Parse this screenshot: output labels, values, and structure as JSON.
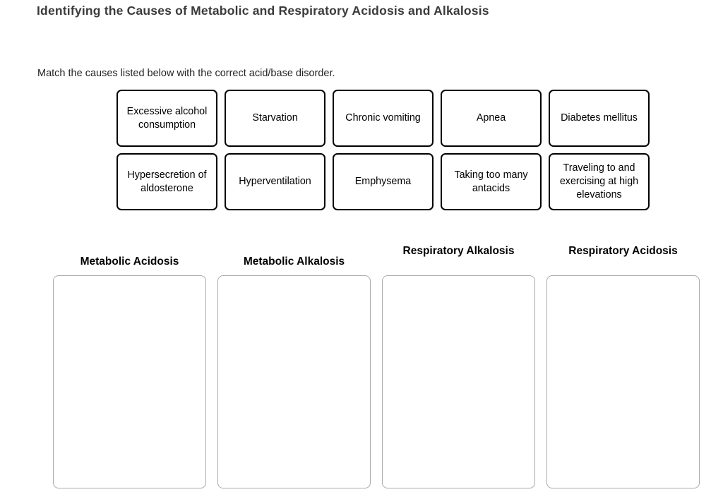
{
  "page": {
    "title": "Identifying the Causes of Metabolic and Respiratory Acidosis and Alkalosis",
    "instruction": "Match the causes listed below with the correct acid/base disorder."
  },
  "causes": [
    {
      "label": "Excessive alcohol consumption"
    },
    {
      "label": "Starvation"
    },
    {
      "label": "Chronic vomiting"
    },
    {
      "label": "Apnea"
    },
    {
      "label": "Diabetes mellitus"
    },
    {
      "label": "Hypersecretion of aldosterone"
    },
    {
      "label": "Hyperventilation"
    },
    {
      "label": "Emphysema"
    },
    {
      "label": "Taking too many antacids"
    },
    {
      "label": "Traveling to and exercising at high elevations"
    }
  ],
  "categories": [
    {
      "heading": "Metabolic Acidosis",
      "items": []
    },
    {
      "heading": "Metabolic Alkalosis",
      "items": []
    },
    {
      "heading": "Respiratory Alkalosis",
      "items": []
    },
    {
      "heading": "Respiratory Acidosis",
      "items": []
    }
  ],
  "colors": {
    "title_text": "#3b3b3b",
    "body_text": "#222222",
    "card_border": "#000000",
    "dropzone_border": "#aaaaaa",
    "background": "#ffffff"
  }
}
